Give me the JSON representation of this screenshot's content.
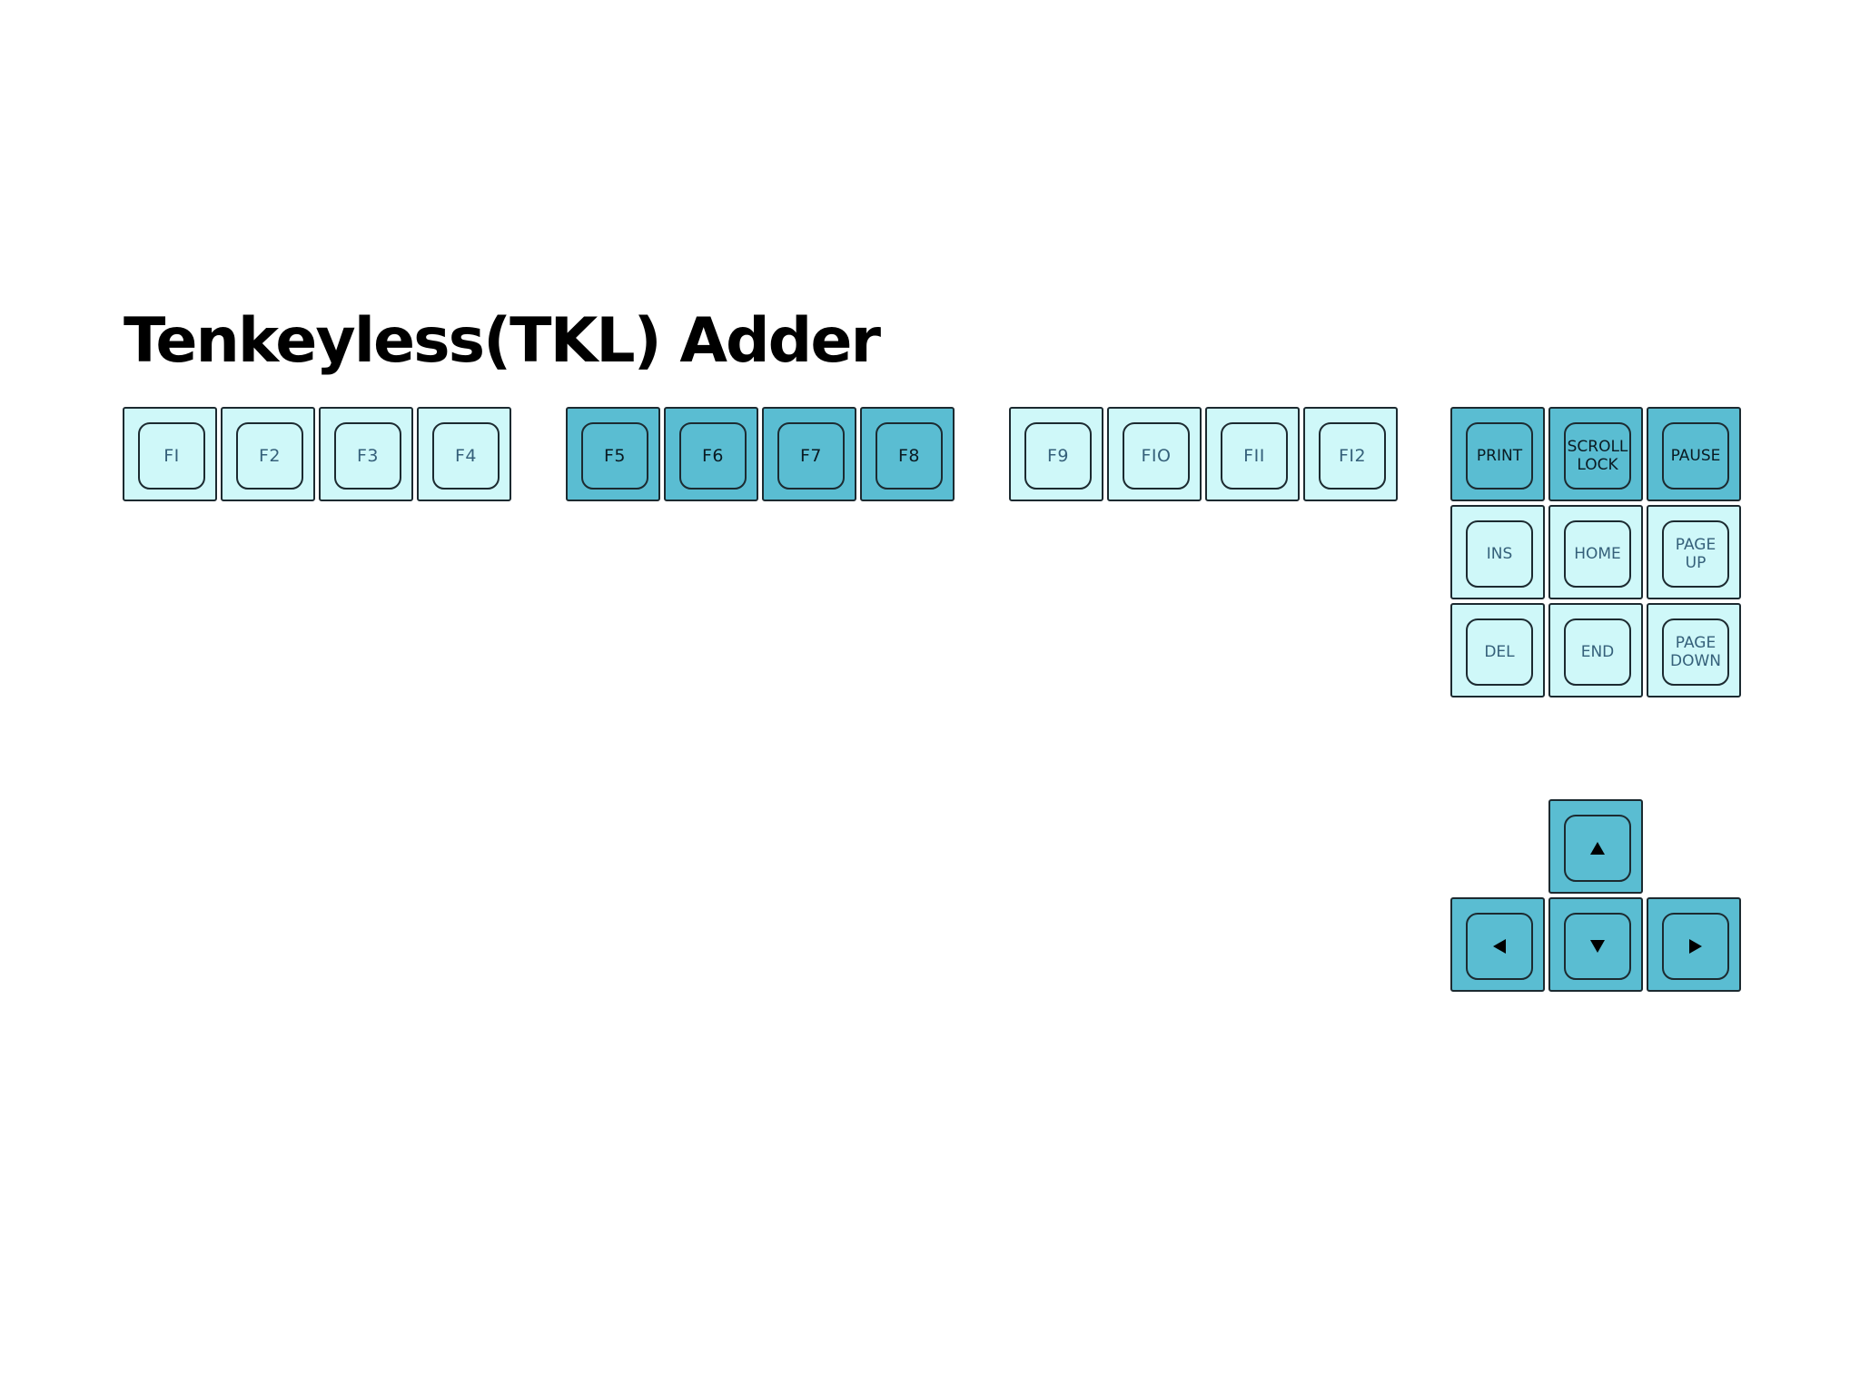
{
  "title": "Tenkeyless(TKL) Adder",
  "colors": {
    "light_key": "#cff8f9",
    "dark_key": "#5abdd2",
    "outline": "#1c2a30",
    "light_legend": "#35607a",
    "dark_legend": "#0a1a22"
  },
  "function_row": {
    "group1": [
      "FI",
      "F2",
      "F3",
      "F4"
    ],
    "group2": [
      "F5",
      "F6",
      "F7",
      "F8"
    ],
    "group3": [
      "F9",
      "FIO",
      "FII",
      "FI2"
    ]
  },
  "system_keys": [
    "PRINT",
    "SCROLL\nLOCK",
    "PAUSE"
  ],
  "nav_cluster": {
    "row1": [
      "INS",
      "HOME",
      "PAGE\nUP"
    ],
    "row2": [
      "DEL",
      "END",
      "PAGE\nDOWN"
    ]
  },
  "arrow_keys": {
    "up": "arrow-up-icon",
    "left": "arrow-left-icon",
    "down": "arrow-down-icon",
    "right": "arrow-right-icon"
  }
}
